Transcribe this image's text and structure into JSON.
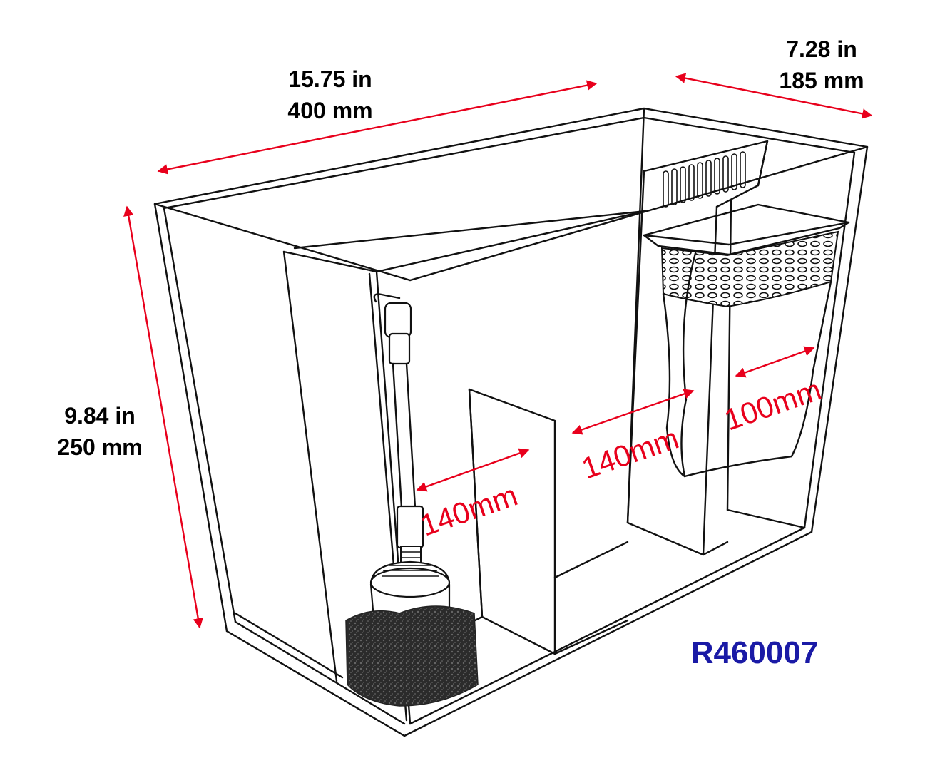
{
  "dimensions": {
    "length_in": "15.75 in",
    "length_mm": "400 mm",
    "depth_in": "7.28 in",
    "depth_mm": "185 mm",
    "height_in": "9.84 in",
    "height_mm": "250 mm"
  },
  "chambers": {
    "chamber_1": "140mm",
    "chamber_2": "140mm",
    "chamber_3": "100mm"
  },
  "model_code": "R460007",
  "colors": {
    "dimension_arrow": "#e8001c",
    "model_code": "#1a1aa6",
    "outline": "#111111"
  }
}
